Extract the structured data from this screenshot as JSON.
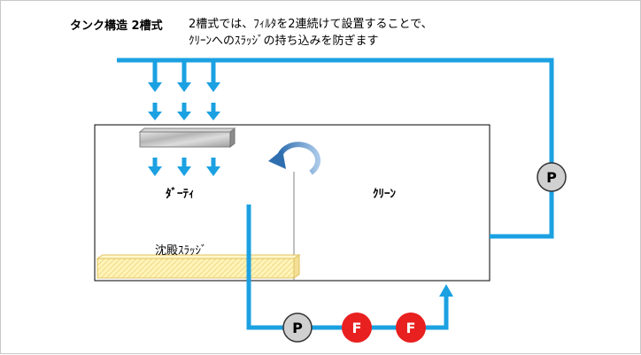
{
  "title": "タンク構造 2槽式",
  "description": {
    "line1": "2槽式では、ﾌｨﾙﾀを2連続けて設置することで、",
    "line2": "ｸﾘｰﾝへのｽﾗｯｼﾞの持ち込みを防ぎます"
  },
  "labels": {
    "dirty": "ﾀﾞｰﾃｨ",
    "clean": "ｸﾘｰﾝ",
    "sludge": "沈殿ｽﾗｯｼﾞ"
  },
  "badges": {
    "pump_top": "P",
    "pump_bottom": "P",
    "filter_1": "F",
    "filter_2": "F"
  },
  "colors": {
    "pipe": "#1ba1e2",
    "pump": "#c8c8c8",
    "filter": "#e8201f",
    "sludge": "#fff2b0"
  }
}
